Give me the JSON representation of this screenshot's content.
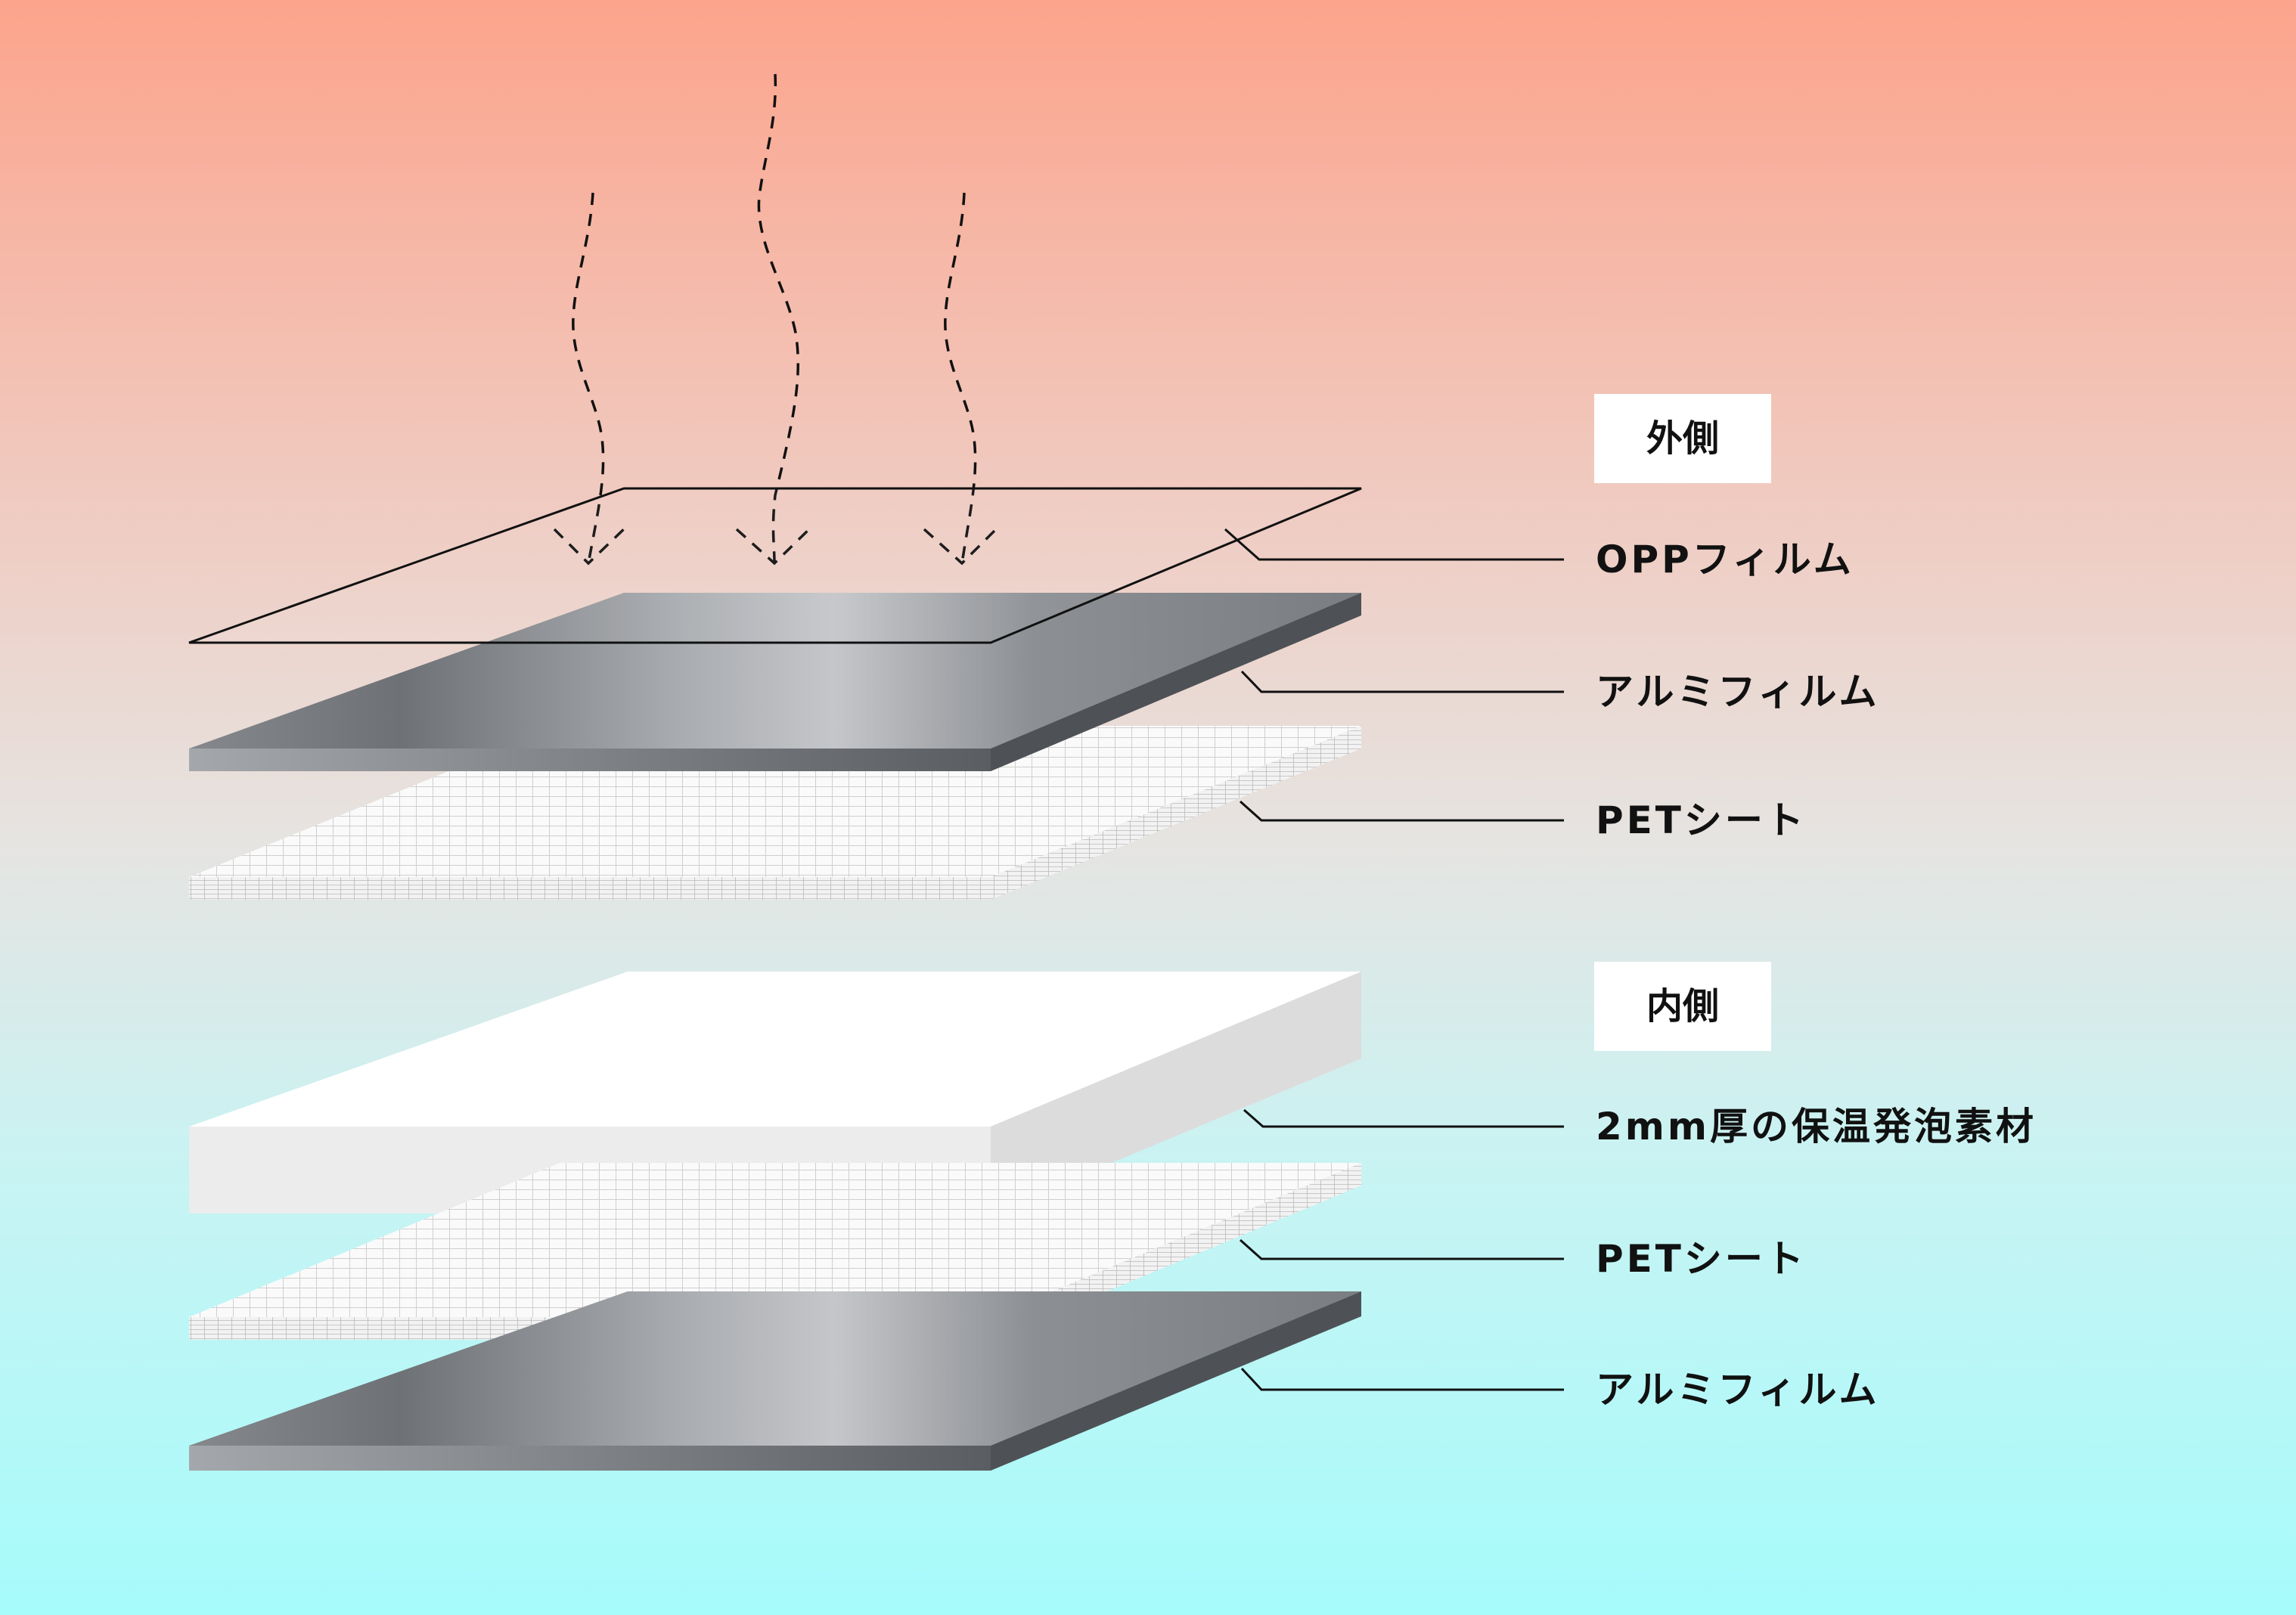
{
  "sections": {
    "outer": "外側",
    "inner": "内側"
  },
  "layers": [
    {
      "label": "OPPフィルム",
      "material": "opp"
    },
    {
      "label": "アルミフィルム",
      "material": "aluminum"
    },
    {
      "label": "PETシート",
      "material": "pet"
    },
    {
      "label": "2mm厚の保温発泡素材",
      "material": "foam"
    },
    {
      "label": "PETシート",
      "material": "pet"
    },
    {
      "label": "アルミフィルム",
      "material": "aluminum"
    }
  ],
  "colors": {
    "background_top": "#fca48c",
    "background_bottom": "#a6fbfb",
    "aluminum": "#9a9da1",
    "foam": "#ffffff",
    "pet": "#f4f4f4",
    "leader_line": "#111111"
  },
  "icons": [
    "heat-wave-arrow-icon"
  ]
}
